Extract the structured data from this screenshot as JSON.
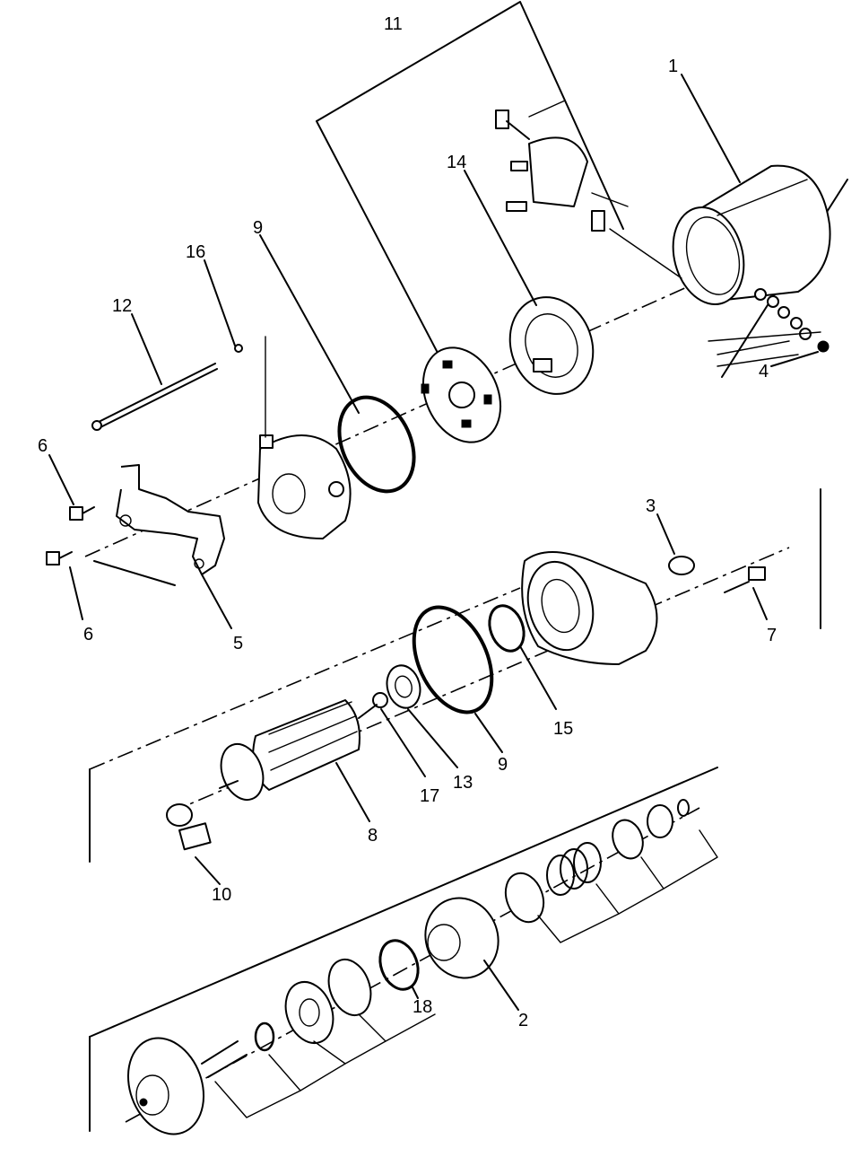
{
  "callouts": {
    "c1": "1",
    "c2": "2",
    "c3": "3",
    "c4": "4",
    "c5": "5",
    "c6a": "6",
    "c6b": "6",
    "c7": "7",
    "c8": "8",
    "c9a": "9",
    "c9b": "9",
    "c10": "10",
    "c11": "11",
    "c12": "12",
    "c13": "13",
    "c14": "14",
    "c15": "15",
    "c16": "16",
    "c17": "17",
    "c18": "18"
  }
}
